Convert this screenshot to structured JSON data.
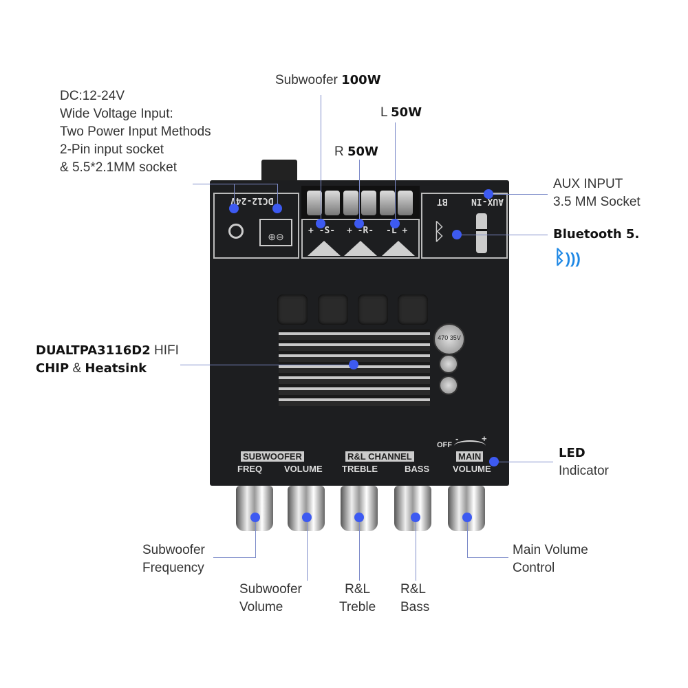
{
  "callouts": {
    "dc": [
      "DC:12-24V",
      "Wide Voltage Input:",
      "Two Power Input Methods",
      "2-Pin input socket",
      "& 5.5*2.1MM socket"
    ],
    "subwoofer": {
      "text": "Subwoofer ",
      "bold": "100W"
    },
    "left": {
      "text": "L ",
      "bold": "50W"
    },
    "right": {
      "text": "R ",
      "bold": "50W"
    },
    "aux": [
      "AUX INPUT",
      "3.5 MM Socket"
    ],
    "bluetooth": "Bluetooth 5.",
    "chip": {
      "bold1": "DUALTPA3116D2",
      "text1": " HIFI",
      "bold2": "CHIP",
      "text2": " & ",
      "bold3": "Heatsink"
    },
    "led": {
      "bold": "LED",
      "text": "Indicator"
    },
    "sub_freq": [
      "Subwoofer",
      "Frequency"
    ],
    "sub_vol": [
      "Subwoofer",
      "Volume"
    ],
    "treble": [
      "R&L",
      "Treble"
    ],
    "bass": [
      "R&L",
      "Bass"
    ],
    "main_vol": [
      "Main Volume",
      "Control"
    ]
  },
  "board": {
    "dc_label": "DC12-24V",
    "bt_label": "BT",
    "aux_label": "AUX-IN",
    "s": "+ -S-",
    "r": "+ -R-",
    "l": "-L +",
    "cap": "470 35V",
    "subwoofer": "SUBWOOFER",
    "freq": "FREQ",
    "volume": "VOLUME",
    "channel": "R&L CHANNEL",
    "treble": "TREBLE",
    "bass": "BASS",
    "main": "MAIN",
    "main_volume": "VOLUME",
    "off": "OFF",
    "minus": "-",
    "plus": "+"
  },
  "colors": {
    "dot": "#3d5af1",
    "board": "#1d1e20",
    "bt_icon": "#1e88e5"
  }
}
